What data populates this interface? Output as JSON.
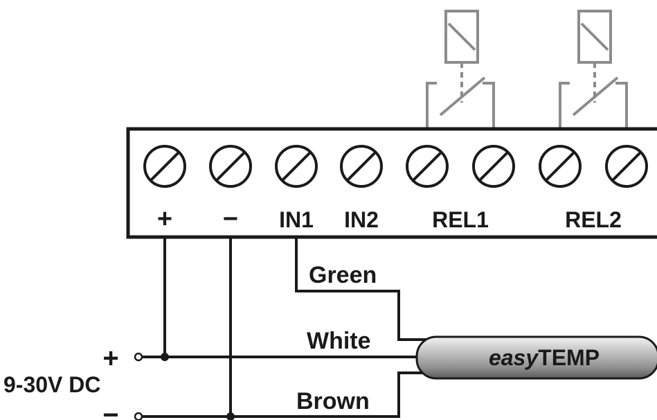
{
  "terminals": {
    "plus_label": "+",
    "minus_label": "−",
    "in1_label": "IN1",
    "in2_label": "IN2",
    "rel1_label": "REL1",
    "rel2_label": "REL2"
  },
  "wires": {
    "green_label": "Green",
    "white_label": "White",
    "brown_label": "Brown"
  },
  "sensor": {
    "name_italic": "easy",
    "name_bold": "TEMP"
  },
  "power": {
    "plus_label": "+",
    "minus_label": "−",
    "voltage_label": "9-30V DC"
  },
  "colors": {
    "ink": "#1a1a1a",
    "relay_gray": "#8c8c8c",
    "background": "#ffffff"
  }
}
